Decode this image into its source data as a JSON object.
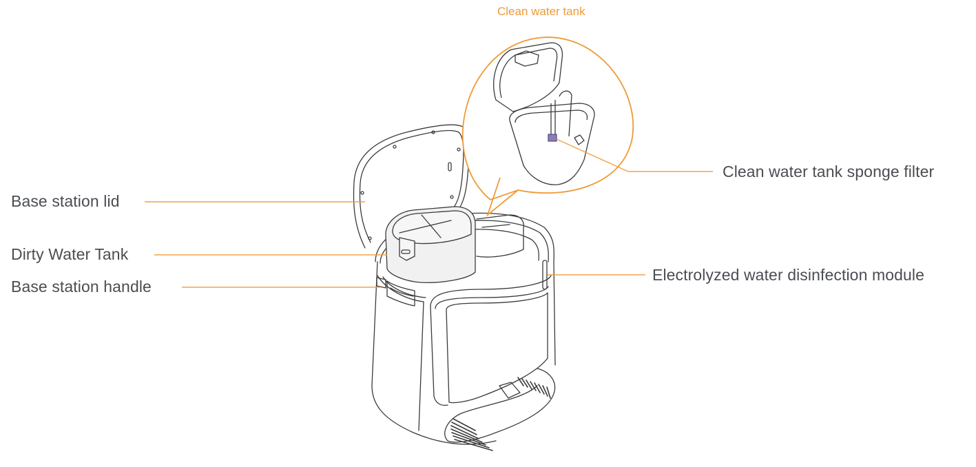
{
  "diagram": {
    "accent_color": "#ee9a37",
    "text_color": "#4a4d52",
    "line_color": "#3a3a3a",
    "callout": {
      "title": "Clean water tank"
    },
    "labels": {
      "base_station_lid": "Base station lid",
      "dirty_water_tank": "Dirty Water Tank",
      "base_station_handle": "Base station handle",
      "clean_water_tank_sponge_filter": "Clean water tank sponge filter",
      "electrolyzed_module": "Electrolyzed water disinfection module"
    }
  }
}
